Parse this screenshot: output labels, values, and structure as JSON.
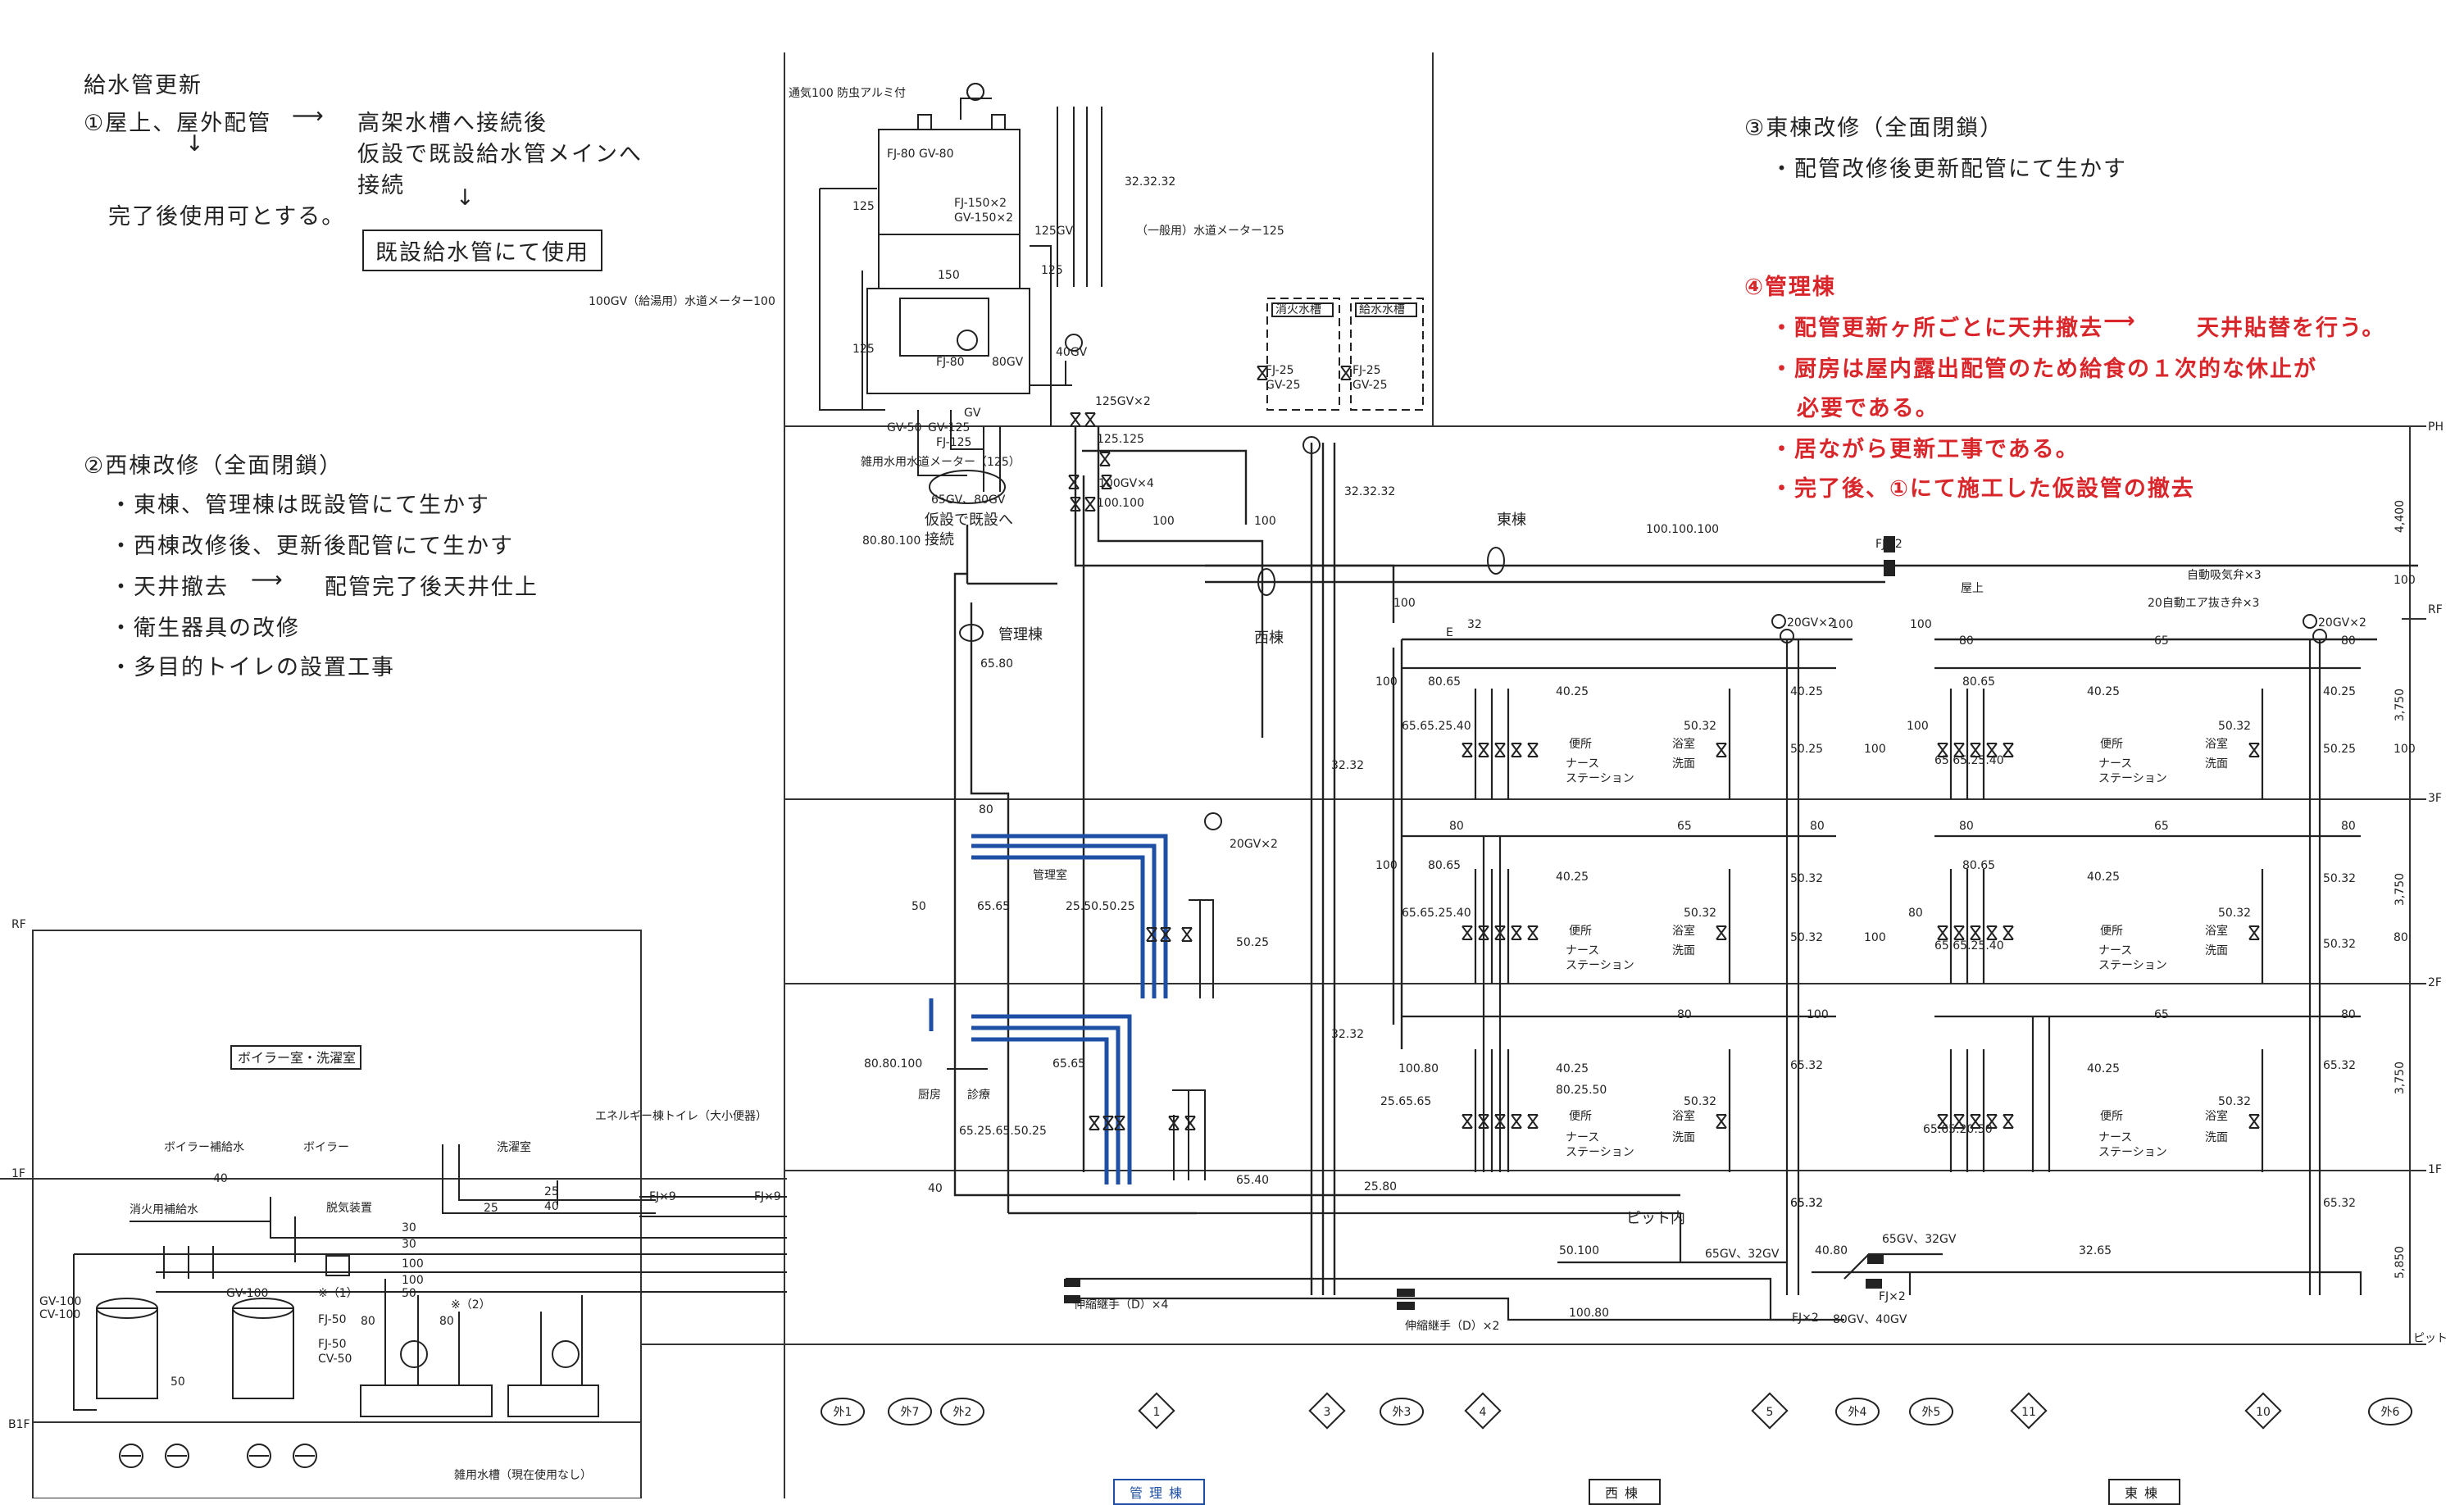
{
  "notes_left": {
    "title": "給水管更新",
    "item1_head": "①屋上、屋外配管",
    "item1_line1": "高架水槽へ接続後",
    "item1_line2": "仮設で既設給水管メインへ",
    "item1_line3": "接続",
    "item1_after": "完了後使用可とする。",
    "item1_box": "既設給水管にて使用",
    "item2_head": "②西棟改修（全面閉鎖）",
    "item2_lines": [
      "・東棟、管理棟は既設管にて生かす",
      "・西棟改修後、更新後配管にて生かす",
      "・天井撤去",
      "・衛生器具の改修",
      "・多目的トイレの設置工事"
    ],
    "item2_arrow_text": "配管完了後天井仕上"
  },
  "notes_right": {
    "item3_head": "③東棟改修（全面閉鎖）",
    "item3_line": "・配管改修後更新配管にて生かす",
    "item4_head": "④管理棟",
    "item4_line1": "・配管更新ヶ所ごとに天井撤去",
    "item4_line1b": "天井貼替を行う。",
    "item4_line2": "・厨房は屋内露出配管のため給食の１次的な休止が",
    "item4_line3": "必要である。",
    "item4_line4": "・居ながら更新工事である。",
    "item4_line5": "・完了後、①にて施工した仮設管の撤去"
  },
  "floors": [
    "PH",
    "RF",
    "3F",
    "2F",
    "1F",
    "ピット",
    "RF",
    "1F",
    "B1F"
  ],
  "heights": [
    "4,400",
    "3,750",
    "3,750",
    "3,750",
    "5,850"
  ],
  "grid_marks": [
    "外1",
    "外7",
    "外2",
    "1",
    "3",
    "外3",
    "4",
    "5",
    "外4",
    "外5",
    "11",
    "10",
    "外6"
  ],
  "buildings": {
    "kanri": "管理棟",
    "nishi": "西棟",
    "higashi": "東棟"
  },
  "tower": {
    "vent": "通気100 防虫アルミ付",
    "fj80gv80": "FJ-80 GV-80",
    "fj150": "FJ-150×2",
    "gv150": "GV-150×2",
    "size125a": "125",
    "size125b": "125",
    "size150": "150",
    "size125gv": "125GV",
    "meter_general": "（一般用）水道メーター125",
    "meter_supply": "100GV（給湯用）水道メーター100",
    "fj80": "FJ-80",
    "gv80b": "80GV",
    "gv": "GV",
    "gv50": "GV-50",
    "gv125": "GV-125",
    "fj125": "FJ-125",
    "meter_misc": "雑用水用水道メーター（125）",
    "gv65": "65GV、80GV",
    "temp_conn1": "仮設で既設へ",
    "temp_conn2": "接続",
    "s323232a": "32.32.32",
    "s323232b": "32.32.32",
    "gv40": "40GV",
    "gv125x2": "125GV×2",
    "s125125": "125.125",
    "gv100x4": "100GV×4",
    "s100100": "100.100",
    "s100a": "100",
    "s100b": "100",
    "s8080100": "80.80.100"
  },
  "roof_tanks": {
    "fire": "消火水槽",
    "water": "給水水槽",
    "fj25a": "FJ-25",
    "gv25a": "GV-25",
    "fj25b": "FJ-25",
    "gv25b": "GV-25"
  },
  "main": {
    "kanri_label": "管理棟",
    "nishi_label": "西棟",
    "higashi_label": "東棟",
    "s6580": "65.80",
    "s100100100": "100.100.100",
    "fjx2": "FJ×2",
    "okujo": "屋上",
    "jido1": "自動吸気弁×3",
    "jido2": "20自動エア抜き弁×3",
    "gv20x2a": "20GV×2",
    "gv20x2b": "20GV×2",
    "gv20x2c": "20GV×2",
    "kanrishitsu": "管理室",
    "chubo": "厨房",
    "shinsatsu": "診療",
    "pit": "ピット内",
    "toilet": "便所",
    "nurse1": "ナース",
    "nurse2": "ステーション",
    "bath": "浴室",
    "wash": "洗面",
    "expansion1": "伸縮継手（D）×4",
    "expansion2": "伸縮継手（D）×2",
    "gv6532a": "65GV、32GV",
    "gv6532b": "65GV、32GV",
    "gv8040": "80GV、40GV",
    "s10080": "100.80",
    "s50100": "50.100",
    "s4080": "40.80",
    "s3265": "32.65",
    "fjx2b": "FJ×2",
    "fjx2c": "FJ×2",
    "s2580": "25.80",
    "s6540": "65.40",
    "s3232": "32.32",
    "s50": "50",
    "s6565": "65.65",
    "s25505025": "25.50.50.25",
    "s5025": "50.25",
    "s808010": "80.80.100",
    "s6565b": "65.65",
    "s6525": "65.25.65.50.25",
    "s80": "80",
    "s40": "40",
    "s25": "25",
    "s100": "100",
    "s32": "32",
    "s65": "65",
    "s6565254": "65.65.25.40",
    "s8065": "80.65",
    "s4025": "40.25",
    "s5032": "50.32",
    "s5025b": "50.25",
    "s10080b": "100.80",
    "s802550": "80.25.50",
    "s256565": "25.65.65",
    "s6532": "65.32",
    "s656520": "65.65.20.50",
    "E": "E"
  },
  "boiler": {
    "room": "ボイラー室・洗濯室",
    "boiler_supply": "ボイラー補給水",
    "boiler": "ボイラー",
    "laundry": "洗濯室",
    "fire_supply": "消火用補給水",
    "shokuki": "脱気装置",
    "energy_toilet": "エネルギー棟トイレ（大小便器）",
    "zatsuyo": "雑用水槽（現在使用なし）",
    "gv100": "GV-100",
    "cv100": "CV-100",
    "gv100b": "GV-100",
    "fj50": "FJ-50",
    "fj50b": "FJ-50",
    "cv50": "CV-50",
    "fjx9a": "FJ×9",
    "fjx9b": "FJ×9",
    "s40": "40",
    "s25": "25",
    "s30": "30",
    "s100": "100",
    "s50": "50",
    "s80": "80",
    "kome1": "※（1）",
    "kome2": "※（2）"
  }
}
